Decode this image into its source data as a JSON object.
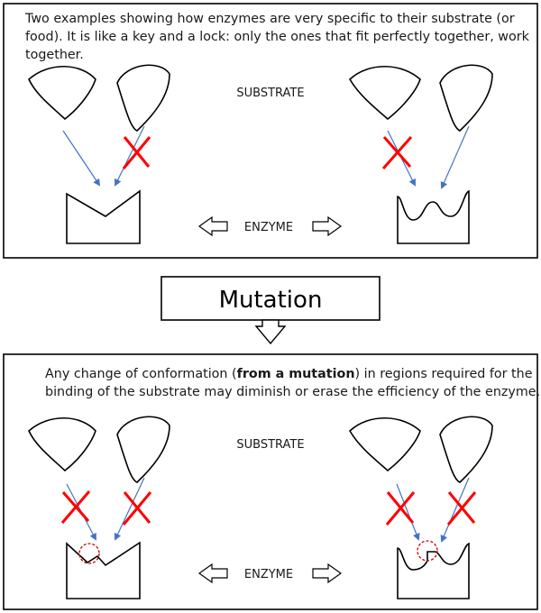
{
  "top_panel": {
    "caption": "Two examples showing how enzymes are very specific to their substrate (or food). It is like a key and a lock: only the ones that fit perfectly together, work together.",
    "substrate_label": "SUBSTRATE",
    "enzyme_label": "ENZYME"
  },
  "transition": {
    "label": "Mutation"
  },
  "bottom_panel": {
    "caption_before": "Any change of conformation (",
    "caption_bold": "from a mutation",
    "caption_after": ") in regions required for the binding of the substrate may diminish or erase the efficiency of the enzyme.",
    "substrate_label": "SUBSTRATE",
    "enzyme_label": "ENZYME"
  },
  "colors": {
    "arrow": "#4472C4",
    "cross": "#FF0000",
    "highlight": "#C00000",
    "outline": "#000000"
  },
  "icons": {
    "reject": "red-cross-icon",
    "direction": "double-arrow-icon",
    "mutation_site": "dashed-circle-icon"
  }
}
